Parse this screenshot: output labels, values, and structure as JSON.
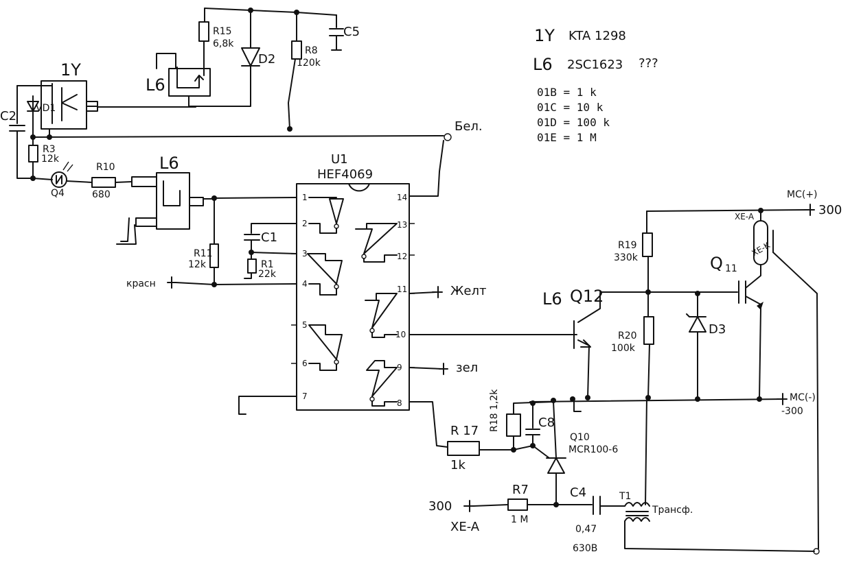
{
  "notes": {
    "line1_a": "1Y",
    "line1_b": "KTA 1298",
    "line2_a": "L6",
    "line2_b": "2SC1623",
    "line2_c": "???",
    "codes": [
      "01B = 1 k",
      "01C = 10 k",
      "01D = 100 k",
      "01E = 1 M"
    ]
  },
  "ic": {
    "name": "U1",
    "part": "HEF4069",
    "left_pins": [
      "1",
      "2",
      "3",
      "4",
      "5",
      "6",
      "7"
    ],
    "right_pins": [
      "14",
      "13",
      "12",
      "11",
      "10",
      "9",
      "8"
    ]
  },
  "components": {
    "R15": "R15",
    "R15_val": "6,8k",
    "D2": "D2",
    "R8": "R8",
    "R8_val": "120k",
    "C5": "C5",
    "IY": "1Y",
    "L6_top": "L6",
    "VD1": "VD1",
    "C2": "C2",
    "R3": "R3",
    "R3_val": "12k",
    "Q4": "Q4",
    "R10": "R10",
    "R10_val": "680",
    "L6_mid": "L6",
    "R11": "R11",
    "R11_val": "12k",
    "C1": "C1",
    "R1": "R1",
    "R1_val": "22k",
    "R19": "R19",
    "R19_val": "330k",
    "R20": "R20",
    "R20_val": "100k",
    "D3": "D3",
    "Q11": "Q",
    "Q11_sub": "11",
    "L6_q12": "L6",
    "Q12": "Q12",
    "R17": "R 17",
    "R17_val": "1k",
    "R18": "R18 1,2k",
    "C8": "C8",
    "Q10": "Q10",
    "Q10_part": "MCR100-6",
    "R7": "R7",
    "R7_val": "1 M",
    "C4": "C4",
    "C4_val": "0,47",
    "C4_volt": "630B",
    "T1": "T1",
    "T1_note": "Трансф."
  },
  "terminals": {
    "bel": "Бел.",
    "krasn": "красн",
    "zhelt": "Желт",
    "zel": "зел",
    "mc_plus": "MC(+)",
    "v300_right": "300",
    "mc_minus": "MC(-)",
    "v300_minus": "-300",
    "xe_a_top": "XE-A",
    "xe_k": "XE-K",
    "v300_left": "300",
    "xe_a_bottom": "XE-A"
  }
}
